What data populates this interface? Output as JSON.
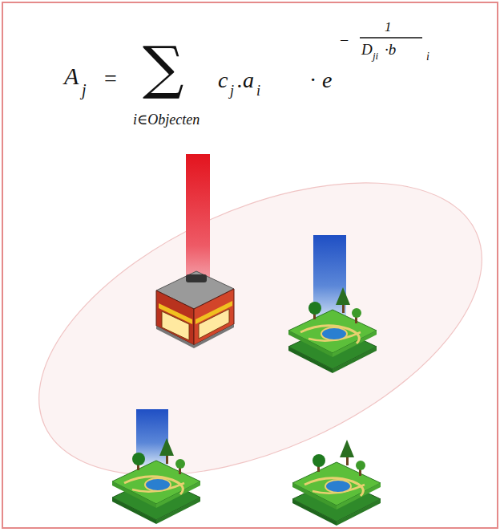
{
  "diagram": {
    "labels": [
      "A",
      "j",
      "=",
      "∑",
      "i∈Objecten",
      "c",
      "j",
      ".a",
      "i",
      "·",
      "e",
      "−",
      "1",
      "D",
      "ji",
      "·b",
      "i"
    ]
  }
}
